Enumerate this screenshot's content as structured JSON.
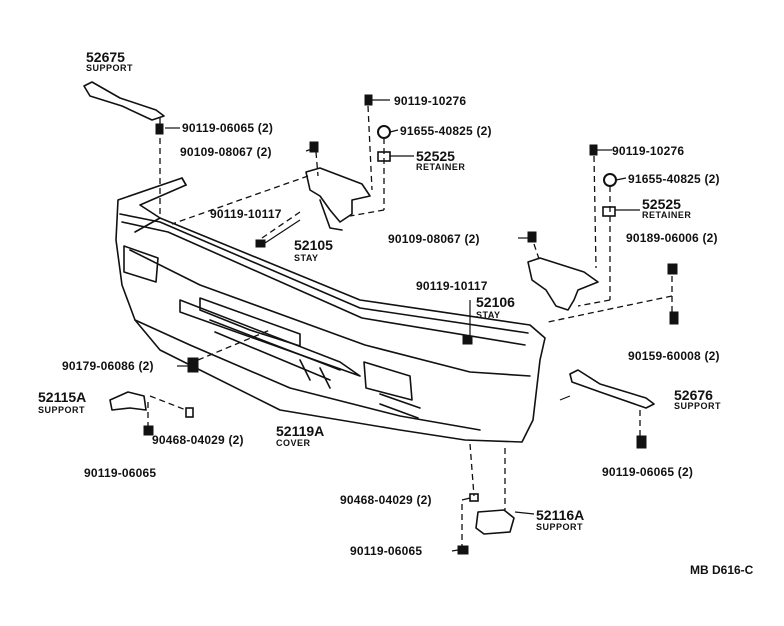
{
  "labels": {
    "p52675": "52675",
    "p52675_desc": "SUPPORT",
    "p90119_10276_a": "90119-10276",
    "p91655_40825_a": "91655-40825 (2)",
    "p52525_a": "52525",
    "p52525_a_desc": "RETAINER",
    "p90119_06065_a": "90119-06065 (2)",
    "p90109_08067_a": "90109-08067 (2)",
    "p90119_10117_a": "90119-10117",
    "p52105": "52105",
    "p52105_desc": "STAY",
    "p90119_10276_b": "90119-10276",
    "p91655_40825_b": "91655-40825 (2)",
    "p52525_b": "52525",
    "p52525_b_desc": "RETAINER",
    "p90109_08067_b": "90109-08067 (2)",
    "p90189_06006": "90189-06006 (2)",
    "p90119_10117_b": "90119-10117",
    "p52106": "52106",
    "p52106_desc": "STAY",
    "p90159_60008": "90159-60008 (2)",
    "p90179_06086": "90179-06086 (2)",
    "p52115A": "52115A",
    "p52115A_desc": "SUPPORT",
    "p90468_04029_a": "90468-04029 (2)",
    "p52119A": "52119A",
    "p52119A_desc": "COVER",
    "p90119_06065_b": "90119-06065",
    "p52676": "52676",
    "p52676_desc": "SUPPORT",
    "p90119_06065_c": "90119-06065 (2)",
    "p90468_04029_b": "90468-04029 (2)",
    "p52116A": "52116A",
    "p52116A_desc": "SUPPORT",
    "p90119_06065_d": "90119-06065",
    "diagram_code": "MB D616-C"
  }
}
